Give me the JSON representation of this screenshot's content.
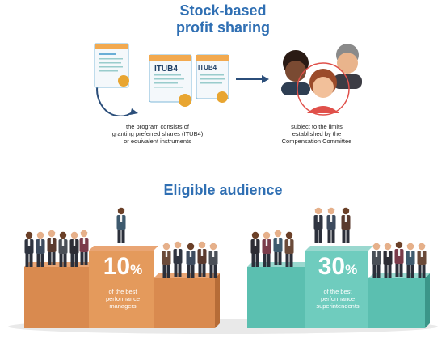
{
  "header": {
    "title_line1": "Stock-based",
    "title_line2": "profit sharing"
  },
  "doc_label": "ITUB4",
  "captions": {
    "program": [
      "the program consists of",
      "granting preferred shares (ITUB4)",
      "or equivalent instruments"
    ],
    "limits": [
      "subject to the limits",
      "established by the",
      "Compensation Committee"
    ]
  },
  "eligible": {
    "title": "Eligible audience"
  },
  "podium_left": {
    "percent_num": "10",
    "percent_sym": "%",
    "desc": [
      "of the best",
      "performance",
      "managers"
    ]
  },
  "podium_right": {
    "percent_num": "30",
    "percent_sym": "%",
    "desc": [
      "of the best",
      "performance",
      "superintendents"
    ]
  },
  "colors": {
    "title_blue": "#2f6fb3",
    "podium_orange": "#d9894f",
    "podium_teal": "#5bbfb0",
    "arrow_navy": "#2b4e7a",
    "gold_seal": "#e8a531",
    "ring_red": "#e0504a"
  }
}
